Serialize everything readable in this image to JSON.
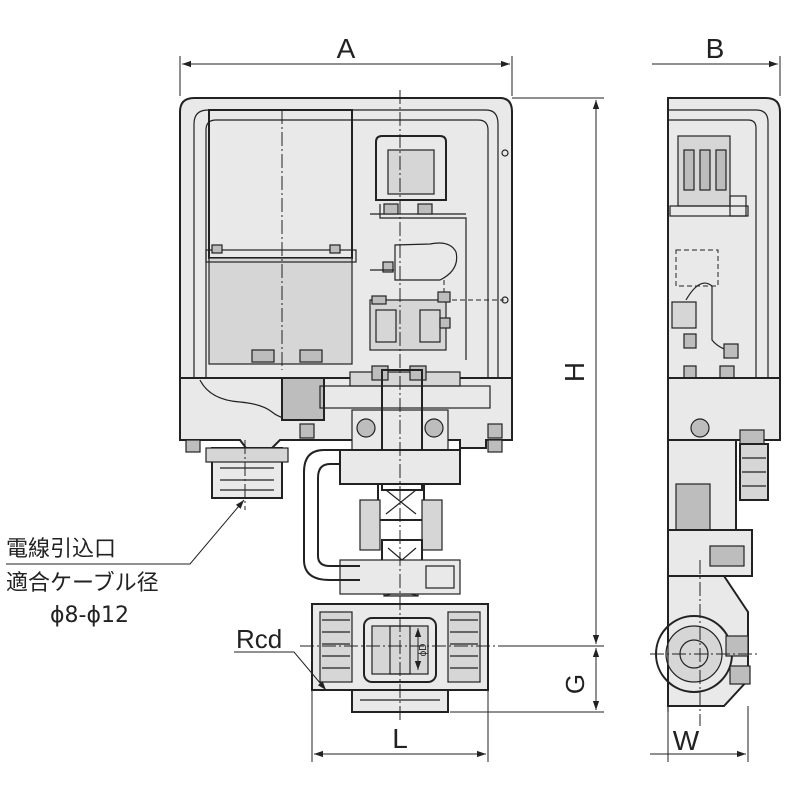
{
  "dimensions": {
    "a": "A",
    "b": "B",
    "h": "H",
    "g": "G",
    "l": "L",
    "w": "W",
    "rcd": "Rcd",
    "phi_d": "ϕD"
  },
  "callout": {
    "line1": "電線引込口",
    "line2": "適合ケーブル径",
    "line3": "ϕ8-ϕ12"
  }
}
